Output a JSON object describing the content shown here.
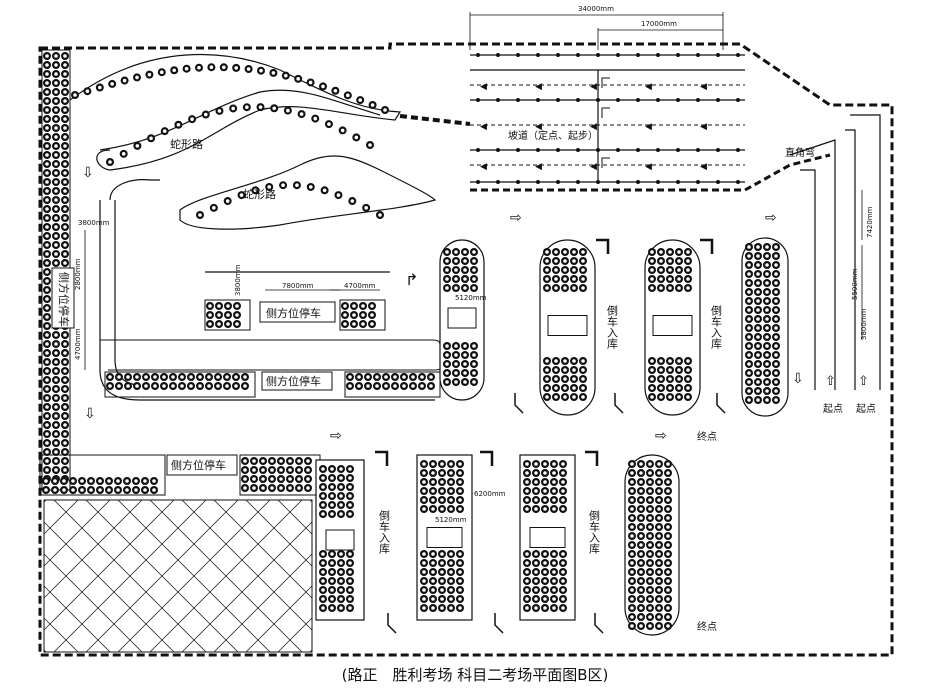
{
  "caption": "(路正　胜利考场 科目二考场平面图B区)",
  "labels": {
    "serpentine_1": "蛇形路",
    "serpentine_2": "蛇形路",
    "slope": "坡道（定点、起步）",
    "right_angle": "直角弯",
    "side_parking_v": "侧方位停车",
    "side_parking_1": "侧方位停车",
    "side_parking_2": "侧方位停车",
    "side_parking_3": "侧方位停车",
    "reverse_1": "倒车入库",
    "reverse_2": "倒车入库",
    "reverse_3": "倒车入库",
    "reverse_4": "倒车入库",
    "end_1": "终点",
    "end_2": "终点",
    "start_1": "起点",
    "start_2": "起点"
  },
  "dimensions": {
    "d34000": "34000mm",
    "d17000": "17000mm",
    "d3800": "3800mm",
    "d2800": "2800mm",
    "d7800": "7800mm",
    "d4700": "4700mm",
    "d4700b": "4700mm",
    "d5120a": "5120mm",
    "d5120b": "5120mm",
    "d6200": "6200mm",
    "d7420": "7420mm",
    "d5500": "5500mm",
    "d3800b": "3800mm"
  },
  "colors": {
    "line": "#111111",
    "background": "#ffffff"
  }
}
